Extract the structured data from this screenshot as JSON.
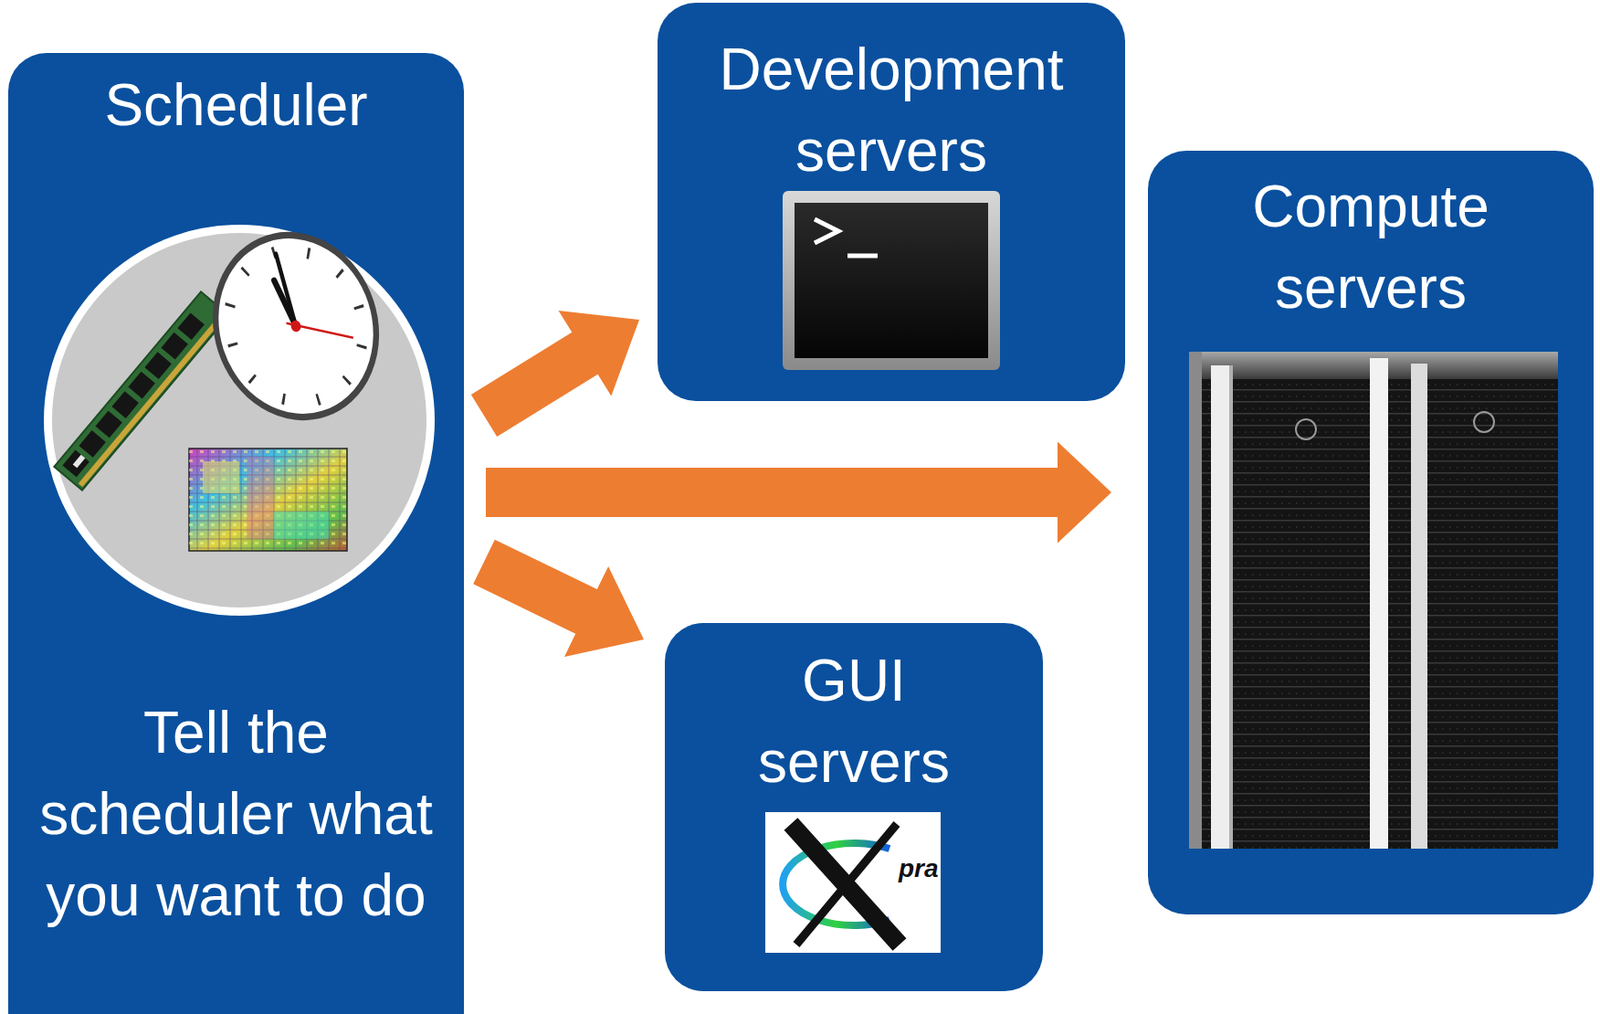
{
  "diagram": {
    "nodes": [
      {
        "text": [
          "Scheduler",
          "Tell the scheduler what you want to do"
        ]
      },
      {
        "text": [
          "Development servers"
        ]
      },
      {
        "text": [
          "Compute servers"
        ]
      },
      {
        "text": [
          "GUI servers"
        ]
      }
    ],
    "edges": [
      {
        "from": 0,
        "to": 1,
        "arrow": "to"
      },
      {
        "from": 0,
        "to": 2,
        "arrow": "to"
      },
      {
        "from": 0,
        "to": 3,
        "arrow": "to"
      }
    ],
    "labels": [
      "pra"
    ]
  }
}
